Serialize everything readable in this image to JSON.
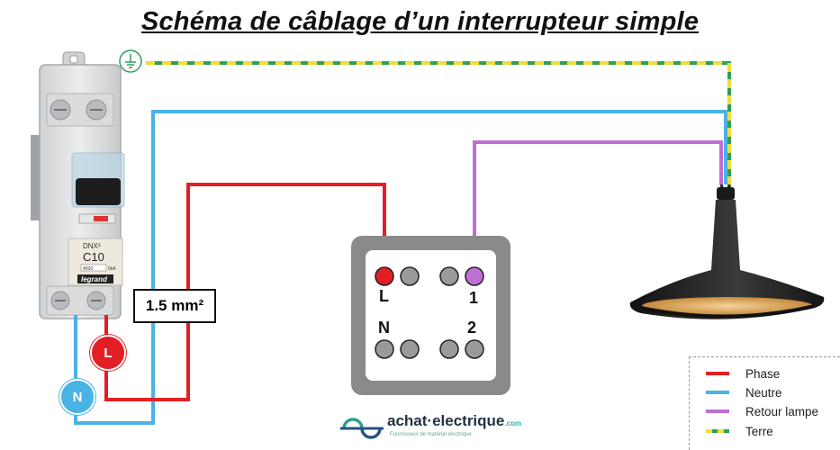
{
  "title": "Schéma de câblage d’un interrupteur simple",
  "section_label": "1.5 mm²",
  "breaker": {
    "model": "DNX³",
    "rating": "C10",
    "brand": "legrand",
    "rating_badge": "4500",
    "current_badge": "6kA"
  },
  "switch_terminals": {
    "L": "L",
    "one": "1",
    "N": "N",
    "two": "2"
  },
  "badges": {
    "L": "L",
    "N": "N"
  },
  "colors": {
    "phase": "#e31e24",
    "neutre": "#4ab3e6",
    "retour": "#bf6fd6",
    "terre_yellow": "#f0dd3a",
    "terre_green": "#2f9f5a"
  },
  "legend": [
    {
      "label": "Phase",
      "color": "#e31e24"
    },
    {
      "label": "Neutre",
      "color": "#4ab3e6"
    },
    {
      "label": "Retour lampe",
      "color": "#bf6fd6"
    },
    {
      "label": "Terre",
      "color": "earth"
    }
  ],
  "brand": {
    "name_main": "achat·electrique",
    "name_suffix": ".com",
    "tagline": "Fournisseur de matériel électrique"
  },
  "icons": {
    "earth": "earth-ground-icon",
    "logo": "achat-electrique-logo-icon"
  }
}
